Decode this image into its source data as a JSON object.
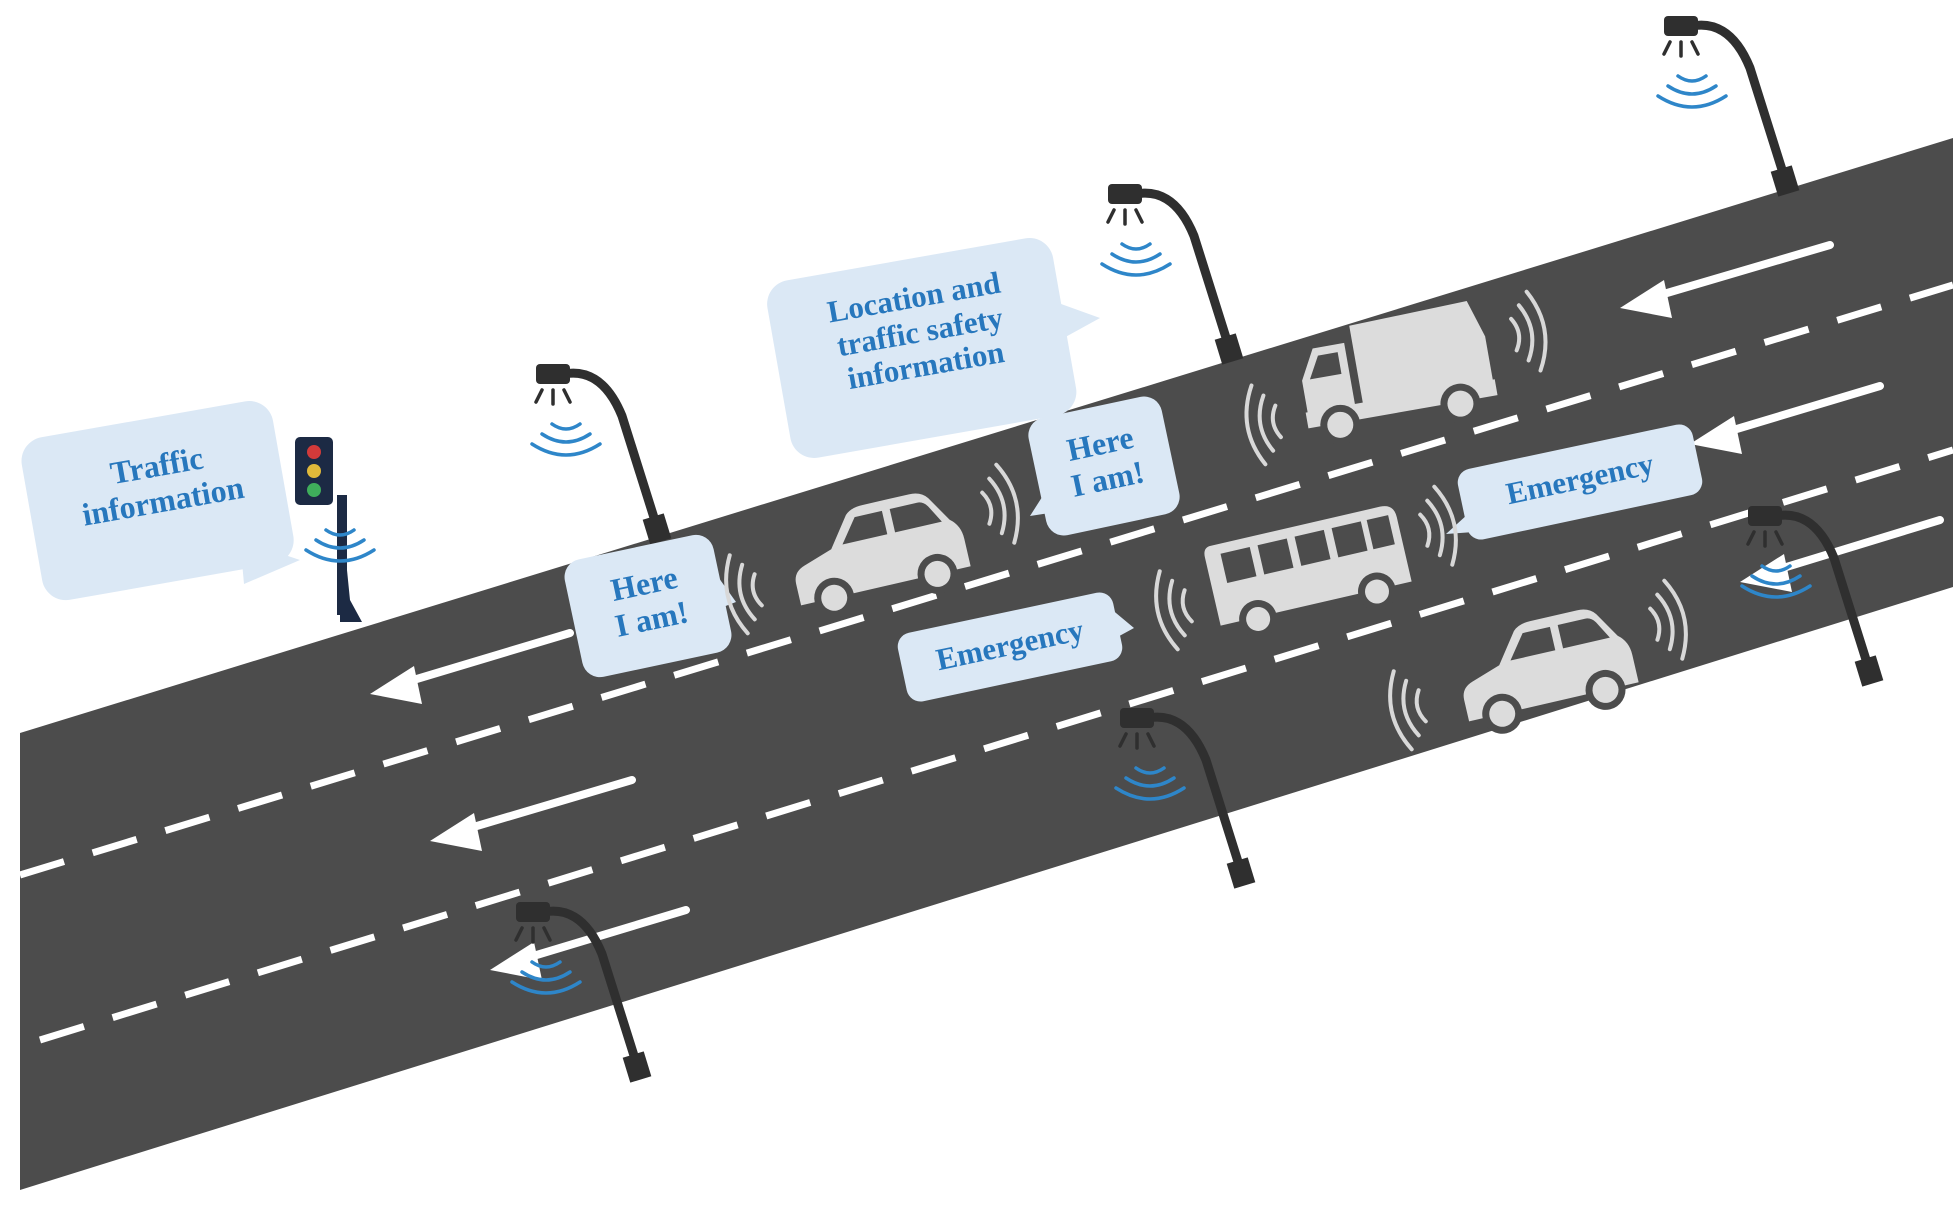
{
  "labels": {
    "traffic_info": [
      "Traffic",
      "information"
    ],
    "location_safety": [
      "Location and",
      "traffic safety",
      "information"
    ],
    "here_i_am": [
      "Here",
      "I am!"
    ],
    "emergency": "Emergency"
  },
  "colors": {
    "road": "#4c4c4c",
    "lane_mark": "#ffffff",
    "bubble_fill": "#dbe8f5",
    "bubble_text": "#2777bd",
    "vehicle_fill": "#dcdcdc",
    "pole": "#2f2f2f",
    "signal_wave": "#2e86c9",
    "vehicle_wave": "#d8d8d8",
    "traffic_light_body": "#1c2a44"
  },
  "icons": [
    "street-lamp-icon",
    "traffic-light-icon",
    "car-icon",
    "truck-icon",
    "bus-icon",
    "arrow-left-icon",
    "signal-wave-icon"
  ]
}
